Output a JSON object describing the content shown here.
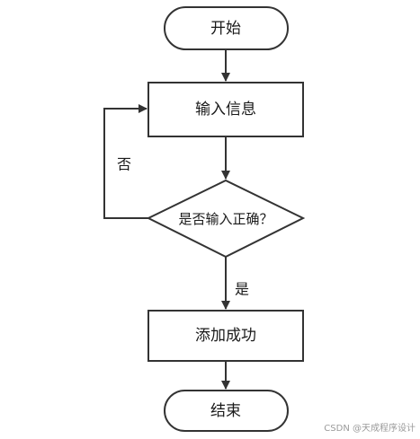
{
  "flowchart": {
    "nodes": {
      "start": {
        "label": "开始",
        "shape": "terminator"
      },
      "input_info": {
        "label": "输入信息",
        "shape": "process"
      },
      "check_input": {
        "label": "是否输入正确？",
        "shape": "decision"
      },
      "add_success": {
        "label": "添加成功",
        "shape": "process"
      },
      "end": {
        "label": "结束",
        "shape": "terminator"
      }
    },
    "edges": [
      {
        "from": "start",
        "to": "input_info",
        "label": ""
      },
      {
        "from": "input_info",
        "to": "check_input",
        "label": ""
      },
      {
        "from": "check_input",
        "to": "add_success",
        "label": "是"
      },
      {
        "from": "check_input",
        "to": "input_info",
        "label": "否"
      },
      {
        "from": "add_success",
        "to": "end",
        "label": ""
      }
    ],
    "edge_labels": {
      "yes": "是",
      "no": "否"
    },
    "colors": {
      "stroke": "#333333",
      "fill": "#ffffff",
      "text": "#1a1a1a"
    }
  },
  "watermark": "CSDN @天成程序设计"
}
